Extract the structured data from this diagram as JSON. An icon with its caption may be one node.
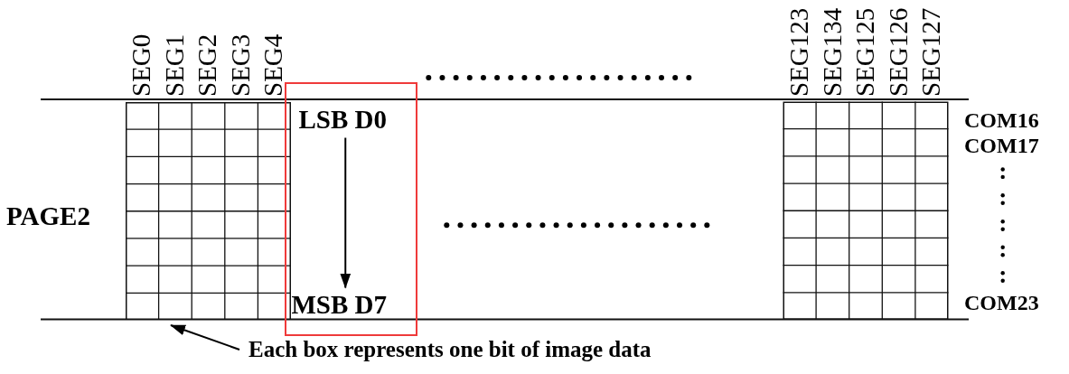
{
  "diagram": {
    "nodes": [
      {
        "text": [],
        "shape": "grid"
      },
      {
        "text": [],
        "shape": "box"
      },
      {
        "text": [
          "LSB D0"
        ],
        "in": 1
      },
      {
        "text": [
          "MSB D7"
        ],
        "in": 1
      },
      {
        "text": [
          "Each box represents one bit of image data"
        ]
      }
    ],
    "edges": [
      {
        "from": 2,
        "to": 3,
        "arrow": "to"
      },
      {
        "from": 4,
        "to": 0,
        "arrow": "to"
      }
    ],
    "labels": [
      "SEG0",
      "SEG1",
      "SEG2",
      "SEG3",
      "SEG4",
      "SEG123",
      "SEG134",
      "SEG125",
      "SEG126",
      "SEG127",
      "COM16",
      "COM17",
      "PAGE2",
      "COM23"
    ]
  }
}
